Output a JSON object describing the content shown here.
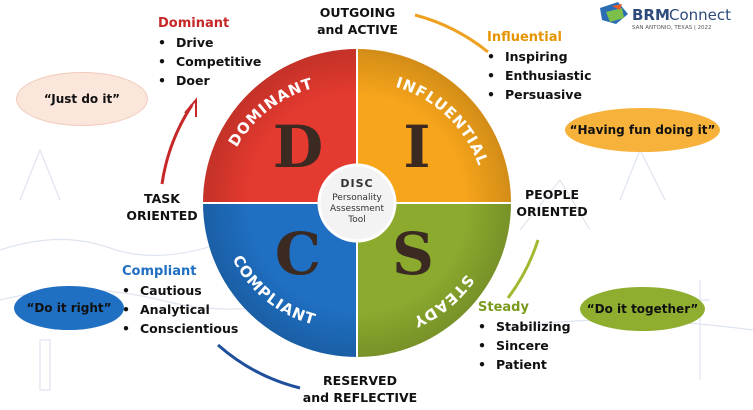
{
  "logo": {
    "brand": "BRM",
    "brand_suffix": "Connect",
    "sub": "SAN ANTONIO, TEXAS | 2022"
  },
  "axes": {
    "top": [
      "OUTGOING",
      "and ACTIVE"
    ],
    "bottom": [
      "RESERVED",
      "and REFLECTIVE"
    ],
    "left": [
      "TASK",
      "ORIENTED"
    ],
    "right": [
      "PEOPLE",
      "ORIENTED"
    ]
  },
  "center": {
    "line1": "DISC",
    "line2": "Personality",
    "line3": "Assessment",
    "line4": "Tool"
  },
  "quadrants": [
    {
      "id": "dominant",
      "letter": "D",
      "arc_label": "DOMINANT",
      "color": "#e53a2f",
      "heading": "Dominant",
      "heading_color": "#c62828",
      "traits": [
        "Drive",
        "Competitive",
        "Doer"
      ],
      "quote": "“Just do it”"
    },
    {
      "id": "influential",
      "letter": "I",
      "arc_label": "INFLUENTIAL",
      "color": "#f7a51b",
      "heading": "Influential",
      "heading_color": "#e59400",
      "traits": [
        "Inspiring",
        "Enthusiastic",
        "Persuasive"
      ],
      "quote": "“Having fun doing it”"
    },
    {
      "id": "steady",
      "letter": "S",
      "arc_label": "STEADY",
      "color": "#8cab2e",
      "heading": "Steady",
      "heading_color": "#7a9a1e",
      "traits": [
        "Stabilizing",
        "Sincere",
        "Patient"
      ],
      "quote": "“Do it together”"
    },
    {
      "id": "compliant",
      "letter": "C",
      "arc_label": "COMPLIANT",
      "color": "#1f6fc2",
      "heading": "Compliant",
      "heading_color": "#1f6fc2",
      "traits": [
        "Cautious",
        "Analytical",
        "Conscientious"
      ],
      "quote": "“Do it right”"
    }
  ]
}
